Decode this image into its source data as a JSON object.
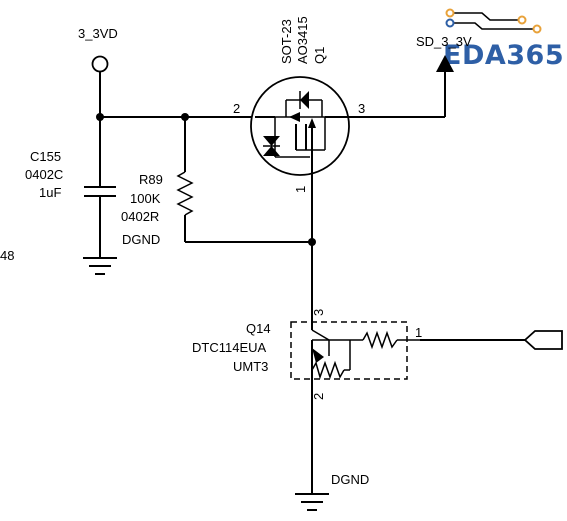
{
  "nets": {
    "power_in": "3_3VD",
    "power_out": "SD_3_3V",
    "ground_top": "DGND",
    "ground_bottom": "DGND"
  },
  "q1": {
    "package": "SOT-23",
    "part": "AO3415",
    "ref": "Q1",
    "pin_gate": "1",
    "pin_source": "2",
    "pin_drain": "3"
  },
  "c155": {
    "ref": "C155",
    "package": "0402C",
    "value": "1uF"
  },
  "r89": {
    "ref": "R89",
    "value": "100K",
    "package": "0402R"
  },
  "q14": {
    "ref": "Q14",
    "part": "DTC114EUA",
    "package": "UMT3",
    "pin_collector": "3",
    "pin_emitter": "2",
    "pin_base": "1"
  },
  "stray_text": "48",
  "logo": {
    "text": "EDA365",
    "color": "#2e5fa6",
    "trace_color": "#e8a23a"
  }
}
